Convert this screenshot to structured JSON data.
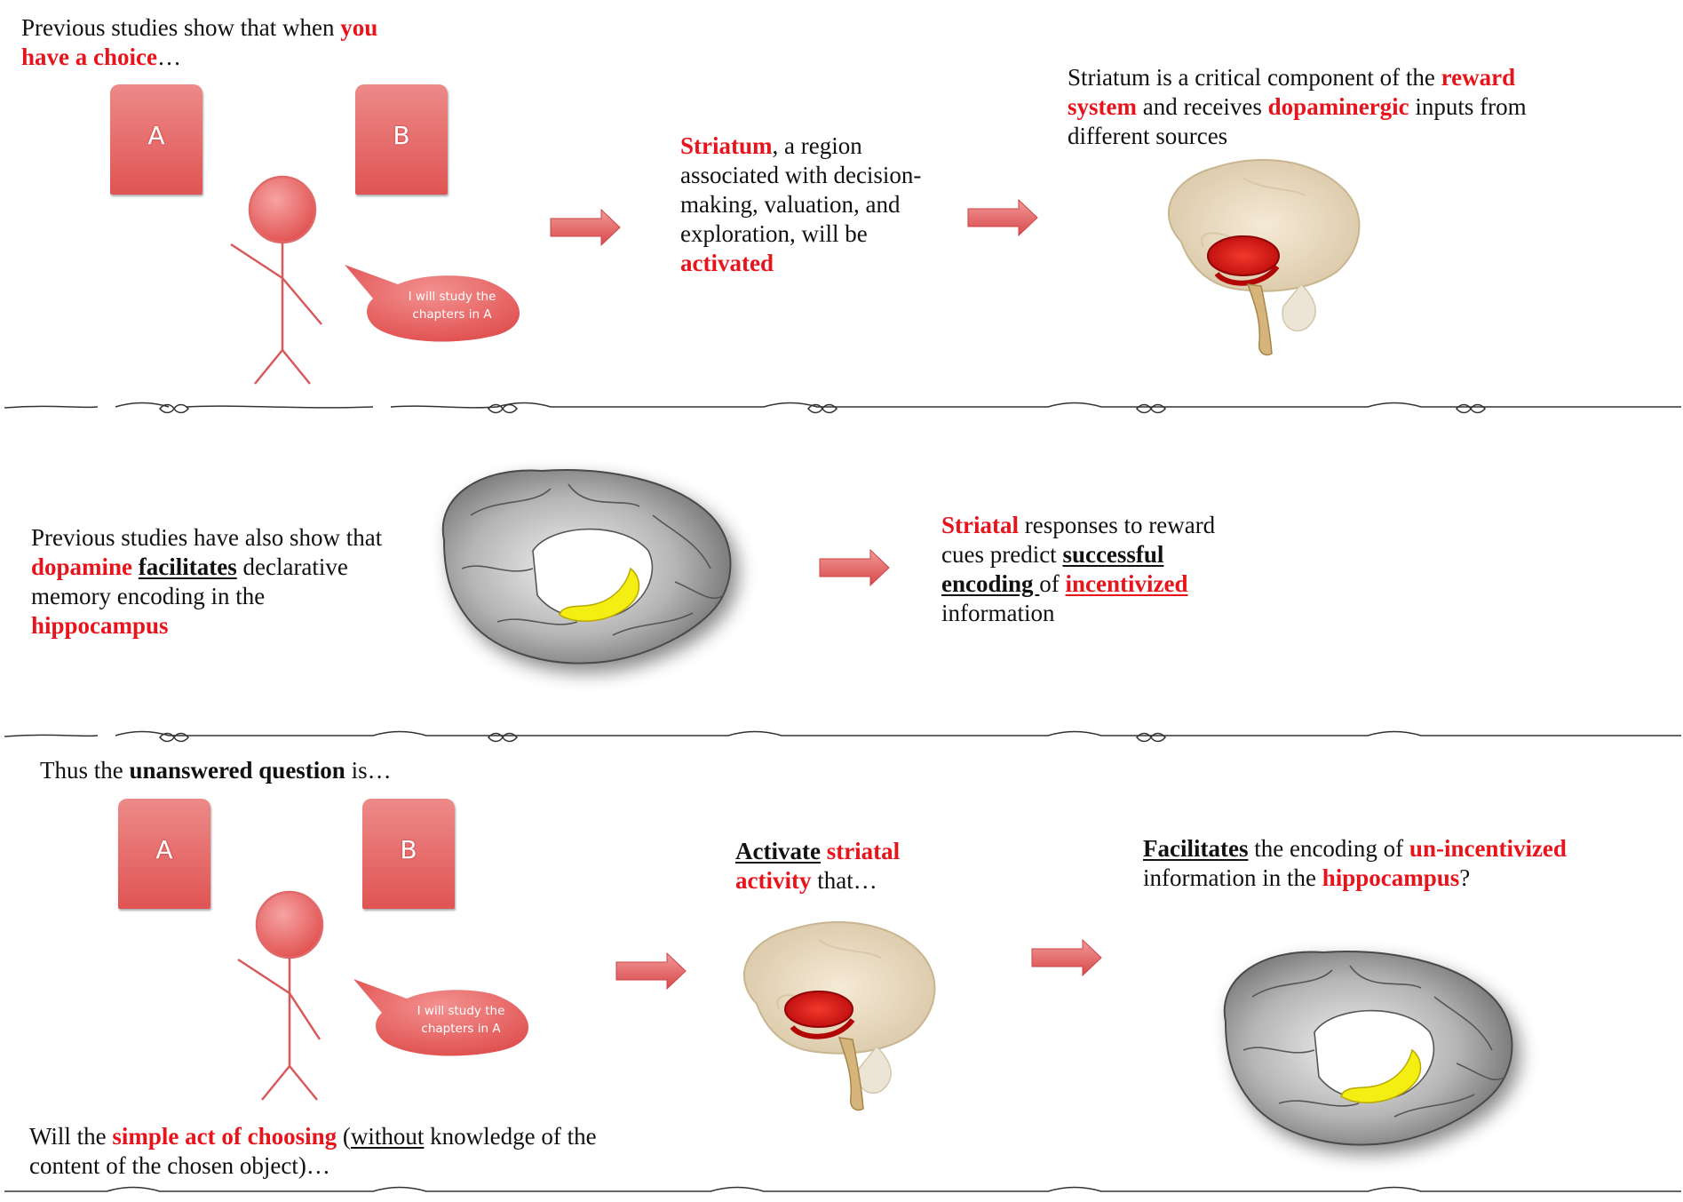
{
  "panel1": {
    "intro": {
      "a": "Previous studies show that when ",
      "b": "you",
      "c": "have a choice",
      "d": "…"
    },
    "box_a": "A",
    "box_b": "B",
    "speech": "I will study the chapters in A",
    "striatum": {
      "a": "Striatum",
      "b": ", a region associated with decision-making, valuation, and exploration, will be ",
      "c": "activated"
    },
    "reward": {
      "a": "Striatum is a critical component of  the ",
      "b": "reward system",
      "c": " and receives ",
      "d": "dopaminergic",
      "e": " inputs from different sources"
    }
  },
  "panel2": {
    "dopamine": {
      "a": "Previous studies have also show that ",
      "b": "dopamine",
      "c": "facilitates",
      "d": " declarative memory encoding in the ",
      "e": "hippocampus"
    },
    "striatal": {
      "a": "Striatal",
      "b": " responses to reward cues predict ",
      "c": "successful encoding ",
      "d": "of ",
      "e": "incentivized ",
      "f": "information"
    }
  },
  "panel3": {
    "question": {
      "a": "Thus the ",
      "b": "unanswered question",
      "c": " is…"
    },
    "box_a": "A",
    "box_b": "B",
    "speech": "I will study the chapters in A",
    "activate": {
      "a": "Activate",
      "b": " striatal activity",
      "c": " that…"
    },
    "facilitates": {
      "a": "Facilitates",
      "b": " the encoding of  ",
      "c": "un-incentivized",
      "d": " information in the ",
      "e": "hippocampus",
      "f": "?"
    },
    "bottom": {
      "a": "Will the ",
      "b": "simple act of choosing",
      "c": " (",
      "d": "without",
      "e": " knowledge of  the content of the chosen object)…"
    }
  },
  "colors": {
    "accent_red": "#e8141c",
    "box_red": "#e05454",
    "highlight_yellow": "#f4ee12"
  }
}
